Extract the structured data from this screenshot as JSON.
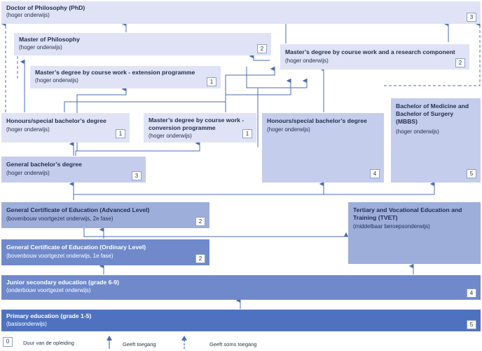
{
  "boxes": {
    "phd": {
      "title": "Doctor of Philosophy (PhD)",
      "sub": "(hoger onderwijs)",
      "dur": "3"
    },
    "mphil": {
      "title": "Master of Philosophy",
      "sub": "(hoger onderwijs)",
      "dur": "2"
    },
    "masters_research": {
      "title": "Master’s degree by course work and a research component",
      "sub": "(hoger onderwijs)",
      "dur": "2"
    },
    "masters_extension": {
      "title": "Master’s degree by course work - extension programme",
      "sub": "(hoger onderwijs)",
      "dur": "1"
    },
    "honours_left": {
      "title": "Honours/special bachelor’s degree",
      "sub": "(hoger onderwijs)",
      "dur": "1"
    },
    "masters_conversion": {
      "title": "Master’s degree by course work - conversion programme",
      "sub": "(hoger onderwijs)",
      "dur": "1"
    },
    "honours_right": {
      "title": "Honours/special bachelor’s degree",
      "sub": "(hoger onderwijs)",
      "dur": "4"
    },
    "mbbs": {
      "title": "Bachelor of Medicine and Bachelor of Surgery (MBBS)",
      "sub": "(hoger onderwijs)",
      "dur": "5"
    },
    "general_bachelor": {
      "title": "General bachelor’s degree",
      "sub": "(hoger onderwijs)",
      "dur": "3"
    },
    "gce_advanced": {
      "title": "General Certificate of Education (Advanced Level)",
      "sub": "(bovenbouw voortgezet onderwijs, 2e fase)",
      "dur": "2"
    },
    "tvet": {
      "title": "Tertiary and Vocational Education and Training (TVET)",
      "sub": "(middelbaar beroepsonderwijs)",
      "dur": ""
    },
    "gce_ordinary": {
      "title": "General Certificate of Education (Ordinary Level)",
      "sub": "(bovenbouw voortgezet onderwijs, 1e fase)",
      "dur": "2"
    },
    "junior_secondary": {
      "title": "Junior secondary education (grade 6-9)",
      "sub": "(onderbouw voortgezet onderwijs)",
      "dur": "4"
    },
    "primary": {
      "title": "Primary education (grade 1-5)",
      "sub": "(basisonderwijs)",
      "dur": "5"
    }
  },
  "legend": {
    "duration_sample": "0",
    "duration_label": "Duur van de opleiding",
    "access_label": "Geeft toegang",
    "sometimes_label": "Geeft soms toegang"
  },
  "colors": {
    "arrow": "#4a6db7",
    "level1": "#dfe3f5",
    "level2": "#c5cdec",
    "level3": "#9eaeda",
    "level4": "#6f89cb",
    "level5": "#4f72c0"
  }
}
